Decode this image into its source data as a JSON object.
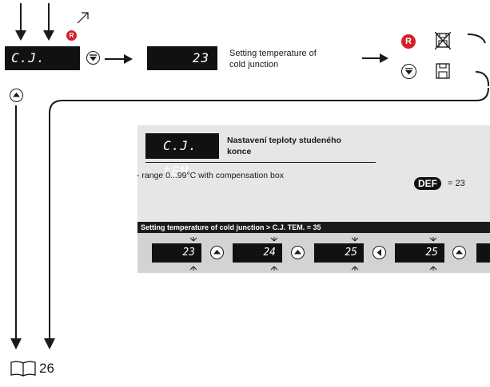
{
  "flow": {
    "display_main": "C.J. tEM.",
    "display_value": "23",
    "description_line1": "Setting temperature of",
    "description_line2": "cold junction",
    "r_label": "R"
  },
  "panel": {
    "display": "C.J. tEM.",
    "title_line1": "Nastavení teploty studeného",
    "title_line2": "konce",
    "range_text": "-  range 0...99°C with compensation box",
    "def_label": "DEF",
    "def_value": "= 23",
    "bar_text": "Setting temperature of cold junction  > C.J. TEM. = 35",
    "sequence": [
      "23",
      "24",
      "25",
      "25"
    ]
  },
  "footer": {
    "page_number": "26"
  },
  "icons": {
    "down": "down-arrow-button-icon",
    "up": "up-arrow-button-icon",
    "left": "left-arrow-button-icon",
    "cancel": "crossed-out-save-icon",
    "save": "floppy-save-icon",
    "book": "book-icon"
  }
}
